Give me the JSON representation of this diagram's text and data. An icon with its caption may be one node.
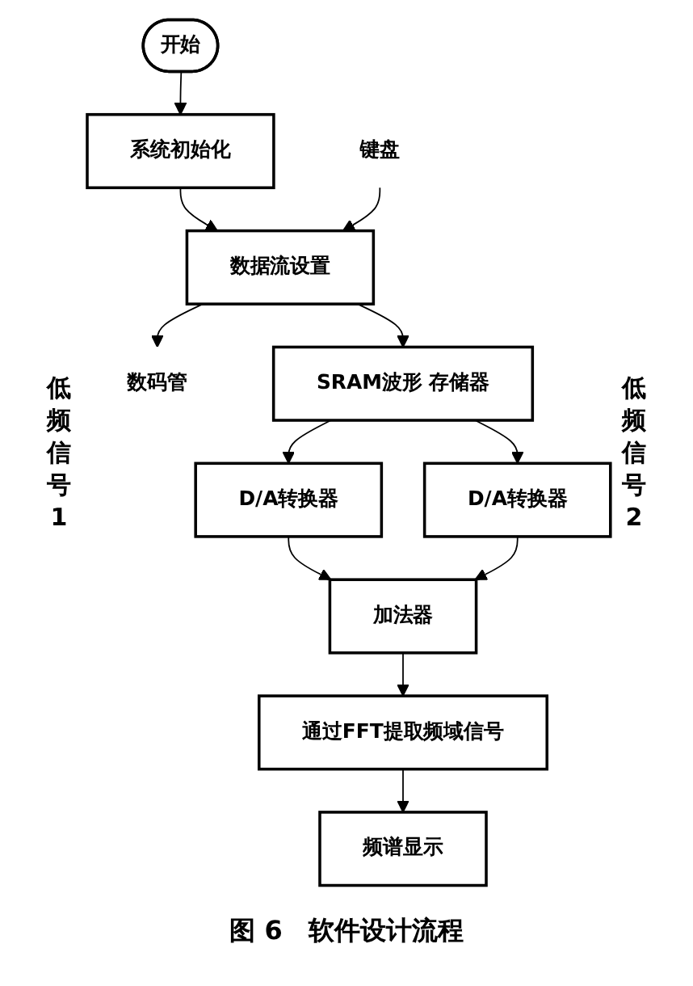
{
  "diagram": {
    "caption": "图 6　软件设计流程",
    "nodes": [
      {
        "text": [
          "开始"
        ]
      },
      {
        "text": [
          "系统初始化"
        ]
      },
      {
        "text": [
          "键盘"
        ]
      },
      {
        "text": [
          "数据流设置"
        ]
      },
      {
        "text": [
          "数码管"
        ]
      },
      {
        "text": [
          "SRAM波形 存储器"
        ]
      },
      {
        "text": [
          "D/A转换器"
        ]
      },
      {
        "text": [
          "D/A转换器"
        ]
      },
      {
        "text": [
          "加法器"
        ]
      },
      {
        "text": [
          "通过FFT提取频域信号"
        ]
      },
      {
        "text": [
          "频谱显示"
        ]
      }
    ],
    "edges": [
      {
        "from": 0,
        "to": 1,
        "arrow": "to"
      },
      {
        "from": 1,
        "to": 3,
        "arrow": "to"
      },
      {
        "from": 2,
        "to": 3,
        "arrow": "to"
      },
      {
        "from": 3,
        "to": 4,
        "arrow": "to"
      },
      {
        "from": 3,
        "to": 5,
        "arrow": "to"
      },
      {
        "from": 5,
        "to": 6,
        "arrow": "to"
      },
      {
        "from": 5,
        "to": 7,
        "arrow": "to"
      },
      {
        "from": 6,
        "to": 8,
        "arrow": "to"
      },
      {
        "from": 7,
        "to": 8,
        "arrow": "to"
      },
      {
        "from": 8,
        "to": 9,
        "arrow": "to"
      },
      {
        "from": 9,
        "to": 10,
        "arrow": "to"
      }
    ],
    "labels": [
      "低频信号1",
      "低频信号2"
    ]
  }
}
